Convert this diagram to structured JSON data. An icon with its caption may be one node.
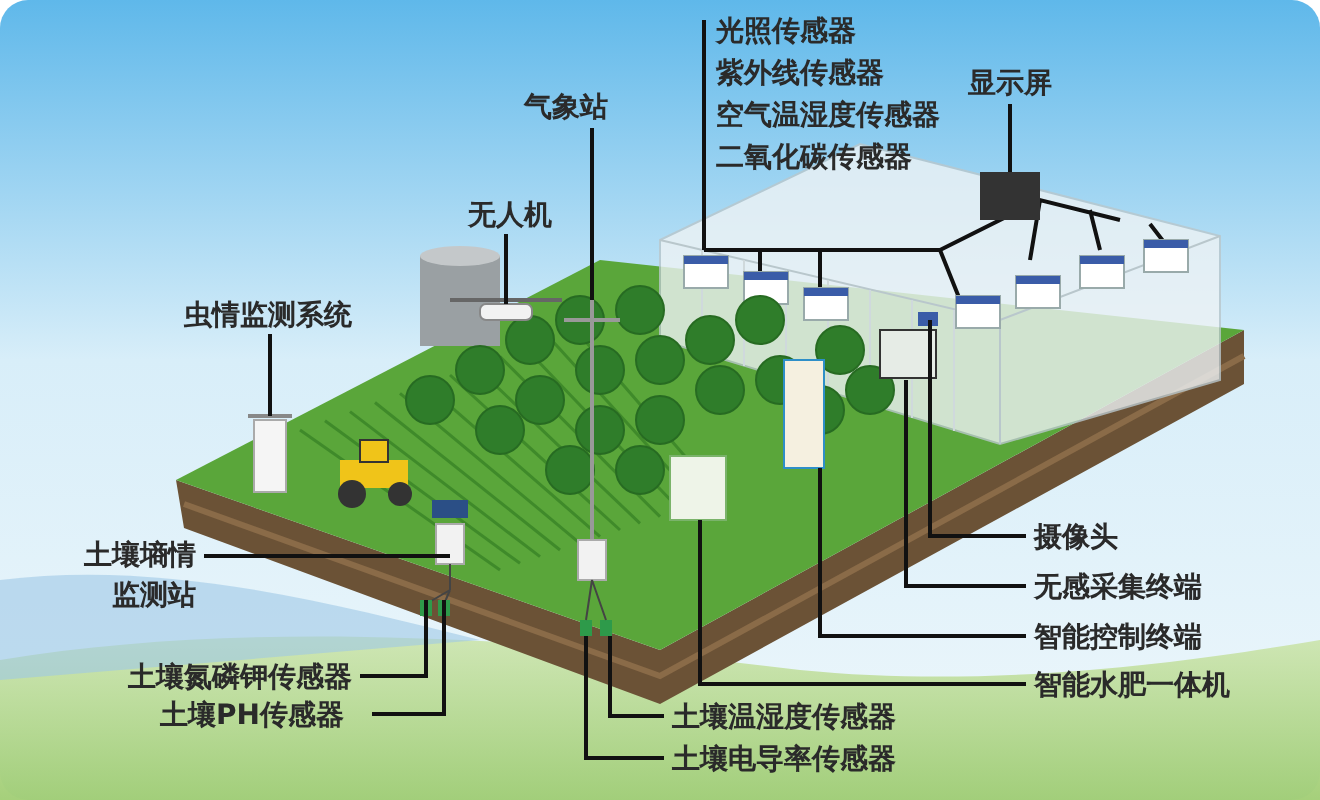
{
  "diagram": {
    "nodes": [
      {
        "text": [
          "光照传感器",
          "紫外线传感器",
          "空气温湿度传感器",
          "二氧化碳传感器"
        ]
      },
      {
        "text": [
          "显示屏"
        ]
      },
      {
        "text": [
          "气象站"
        ]
      },
      {
        "text": [
          "无人机"
        ]
      },
      {
        "text": [
          "虫情监测系统"
        ]
      },
      {
        "text": [
          "土壤墒情监测站"
        ]
      },
      {
        "text": [
          "土壤氮磷钾传感器"
        ]
      },
      {
        "text": [
          "土壤PH传感器"
        ]
      },
      {
        "text": [
          "土壤温湿度传感器"
        ]
      },
      {
        "text": [
          "土壤电导率传感器"
        ]
      },
      {
        "text": [
          "摄像头"
        ]
      },
      {
        "text": [
          "无感采集终端"
        ]
      },
      {
        "text": [
          "智能控制终端"
        ]
      },
      {
        "text": [
          "智能水肥一体机"
        ]
      }
    ],
    "edges": [
      {
        "from": 0,
        "to": null,
        "arrow": "none"
      },
      {
        "from": 1,
        "to": null,
        "arrow": "none"
      },
      {
        "from": 2,
        "to": null,
        "arrow": "none"
      },
      {
        "from": 3,
        "to": null,
        "arrow": "none"
      },
      {
        "from": 4,
        "to": null,
        "arrow": "none"
      },
      {
        "from": 5,
        "to": null,
        "arrow": "none"
      },
      {
        "from": 6,
        "to": null,
        "arrow": "none"
      },
      {
        "from": 7,
        "to": null,
        "arrow": "none"
      },
      {
        "from": 8,
        "to": null,
        "arrow": "none"
      },
      {
        "from": 9,
        "to": null,
        "arrow": "none"
      },
      {
        "from": 10,
        "to": null,
        "arrow": "none"
      },
      {
        "from": 11,
        "to": null,
        "arrow": "none"
      },
      {
        "from": 12,
        "to": null,
        "arrow": "none"
      },
      {
        "from": 13,
        "to": null,
        "arrow": "none"
      }
    ]
  }
}
